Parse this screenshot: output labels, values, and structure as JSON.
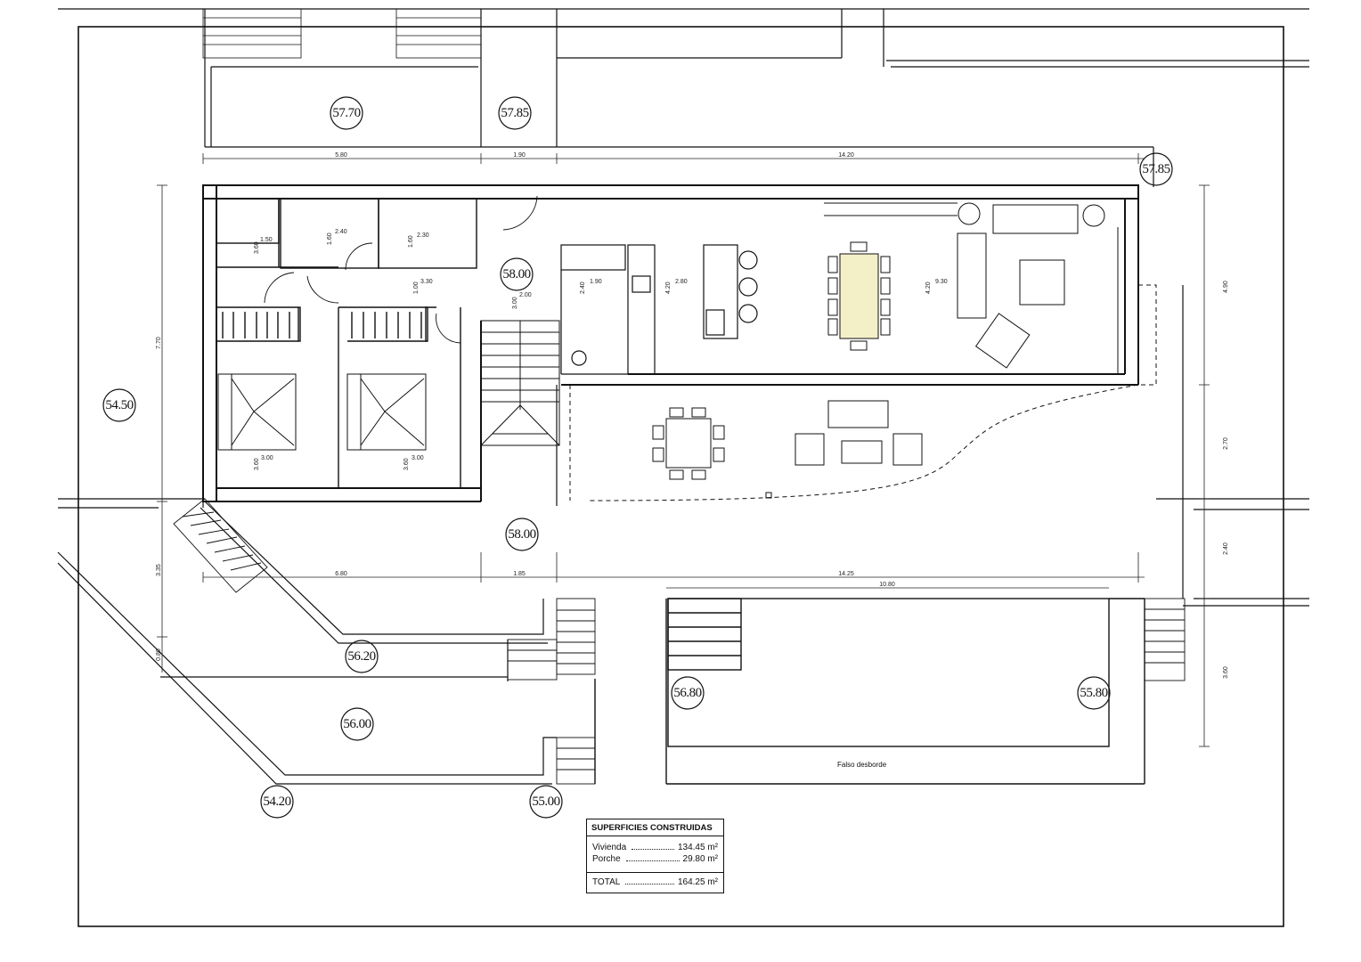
{
  "levels": {
    "l1": "57.70",
    "l2": "57.85",
    "l3": "57.85",
    "l4": "58.00",
    "l5": "54.50",
    "l6": "58.00",
    "l7": "56.20",
    "l8": "56.80",
    "l9": "55.80",
    "l10": "56.00",
    "l11": "54.20",
    "l12": "55.00"
  },
  "dimensions_top": [
    "5.80",
    "1.90",
    "14.20"
  ],
  "dimensions_bottom": [
    "6.80",
    "1.85",
    "14.25",
    "10.80"
  ],
  "dimensions_left": [
    "7.70",
    "3.35",
    "0.80"
  ],
  "dimensions_right": [
    "4.90",
    "2.70",
    "2.40",
    "3.60"
  ],
  "room_dimensions": [
    "1.50",
    "3.60",
    "2.40",
    "1.60",
    "2.30",
    "1.60",
    "3.30",
    "1.00",
    "2.00",
    "3.00",
    "1.90",
    "2.40",
    "4.20",
    "2.80",
    "4.20",
    "9.30",
    "3.00",
    "3.60",
    "3.00",
    "3.60"
  ],
  "pool_note": "Falso desborde",
  "table": {
    "title": "SUPERFICIES CONSTRUIDAS",
    "rows": [
      {
        "label": "Vivienda",
        "value": "134.45 m²"
      },
      {
        "label": "Porche",
        "value": "29.80 m²"
      }
    ],
    "total": {
      "label": "TOTAL",
      "value": "164.25 m²"
    }
  },
  "colors": {
    "line": "#111111",
    "table_wood": "#f3f0c8"
  }
}
